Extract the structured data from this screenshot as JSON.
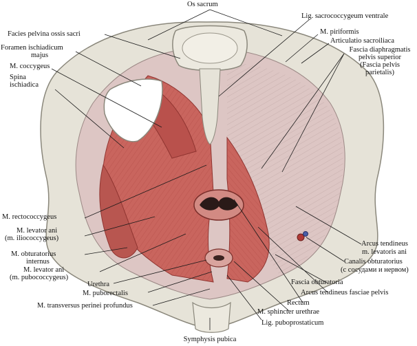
{
  "labels": {
    "os_sacrum": "Os sacrum",
    "facies_pelvina": "Facies pelvina ossis sacri",
    "foramen_1": "Foramen ischiadicum",
    "foramen_2": "majus",
    "m_coccygeus": "M. coccygeus",
    "spina_1": "Spina",
    "spina_2": "ischiadica",
    "lig_sacro": "Lig. sacrococcygeum ventrale",
    "m_piriformis": "M. piriformis",
    "artic": "Articulatio sacroiliaca",
    "fascia_d1": "Fascia diaphragmatis",
    "fascia_d2": "pelvis superior",
    "fascia_d3": "(Fascia pelvis",
    "fascia_d4": "parietalis)",
    "m_recto": "M. rectococcygeus",
    "levator_ilio_1": "M. levator ani",
    "levator_ilio_2": "(m. iliococcygeus)",
    "obt_int_1": "M. obturatorius",
    "obt_int_2": "internus",
    "levator_pubo_1": "M. levator ani",
    "levator_pubo_2": "(m. pubococcygeus)",
    "urethra": "Urethra",
    "puborectalis": "M. puborectalis",
    "transversus": "M. transversus perinei profundus",
    "arcus_lev_1": "Arcus tendineus",
    "arcus_lev_2": "m. levatoris ani",
    "canalis_1": "Canalis obturatorius",
    "canalis_2": "(с сосудами и нервом)",
    "fascia_obt": "Fascia obturatoria",
    "arcus_fasc": "Arcus tendineus fasciae pelvis",
    "rectum": "Rectum",
    "sphincter": "M. sphincter urethrae",
    "lig_pubo": "Lig.  puboprostaticum",
    "symphysis": "Symphysis pubica"
  },
  "colors": {
    "bone": "#e6e3d8",
    "bone_shadow": "#b9b5a7",
    "muscle": "#c9655e",
    "muscle_dark": "#a8403c",
    "fascia": "#ddc6c4",
    "leader": "#1a1a1a"
  }
}
